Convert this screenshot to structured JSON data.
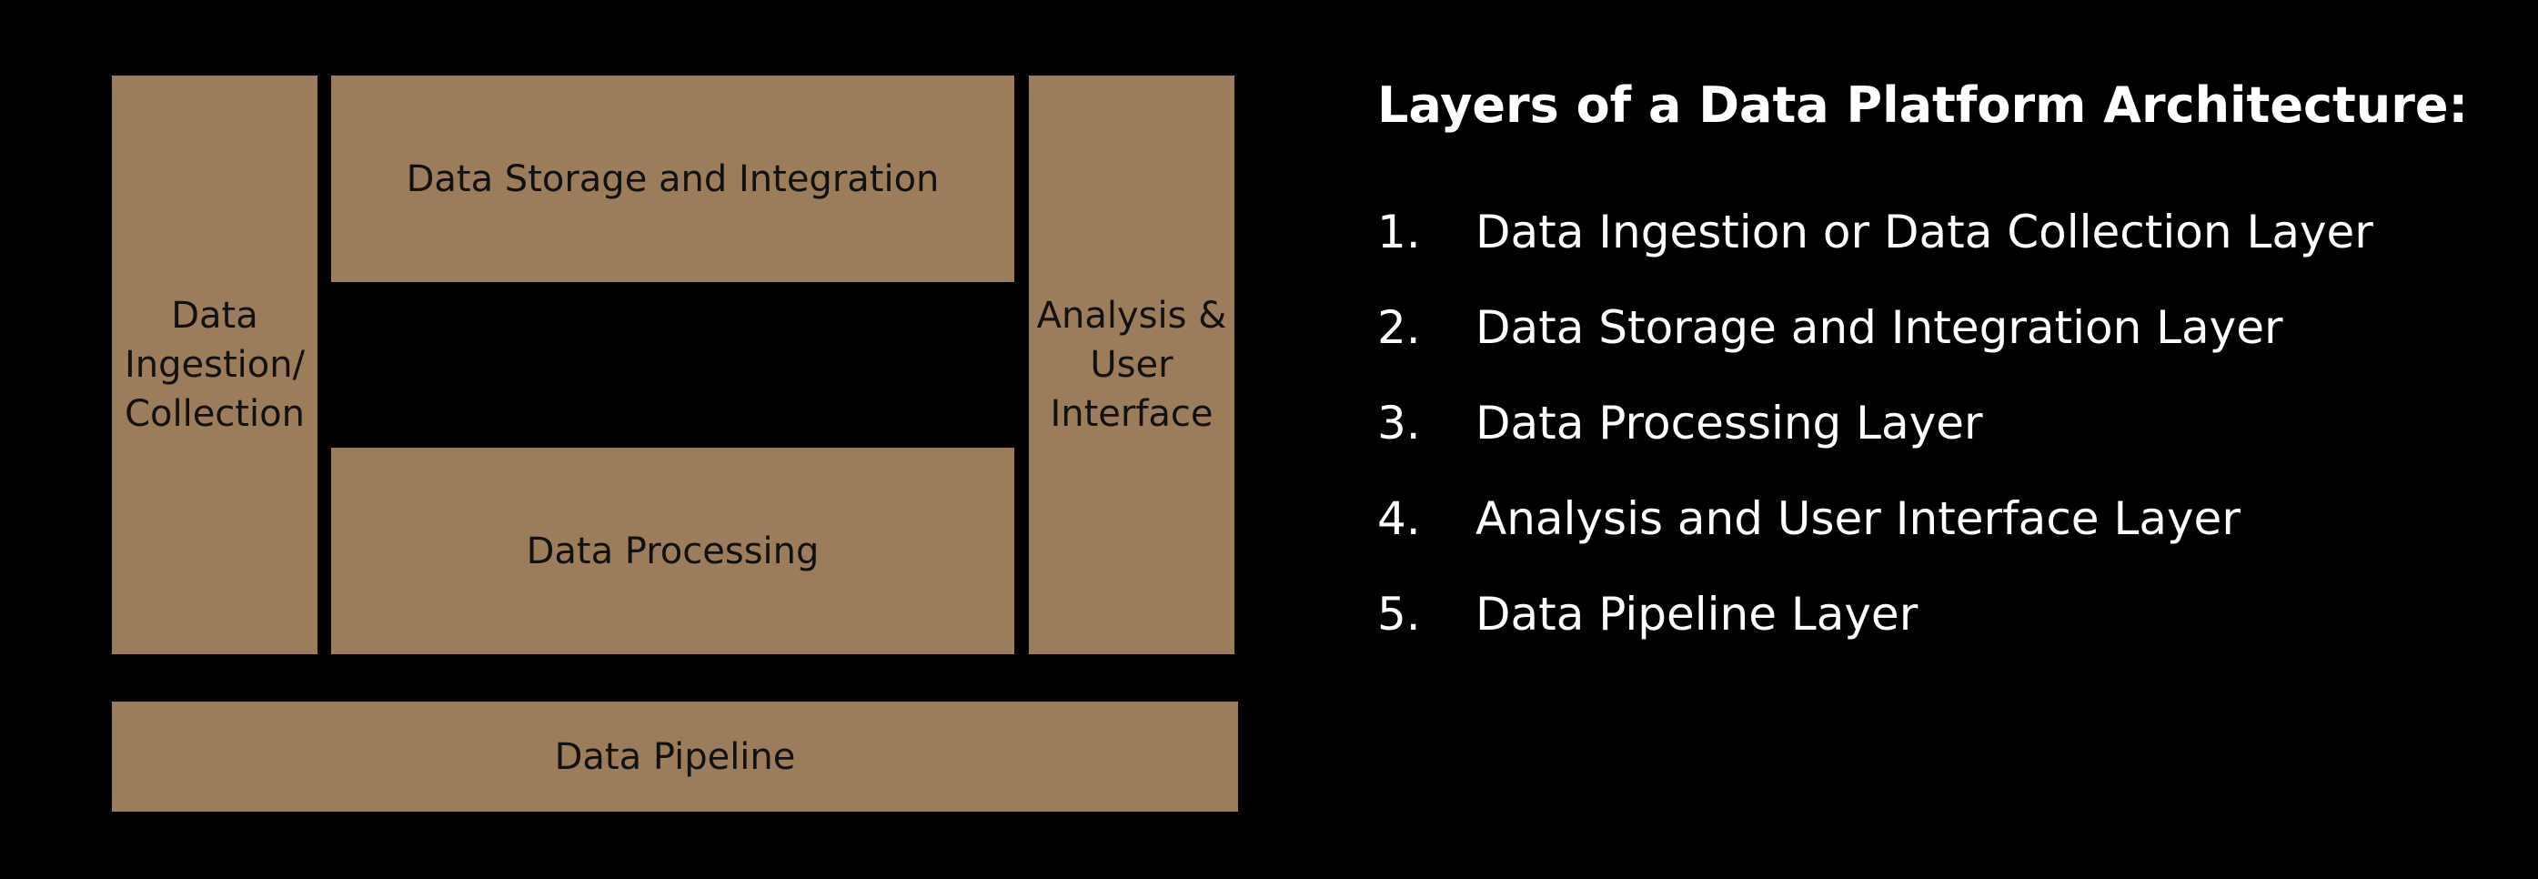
{
  "diagram": {
    "ingestion": "Data\nIngestion/\nCollection",
    "storage": "Data Storage and Integration",
    "processing": "Data Processing",
    "analysis": "Analysis &\nUser\nInterface",
    "pipeline": "Data Pipeline"
  },
  "panel": {
    "heading": "Layers of a Data Platform Architecture:",
    "items": [
      {
        "num": "1.",
        "text": "Data Ingestion or Data Collection Layer"
      },
      {
        "num": "2.",
        "text": "Data Storage and Integration Layer"
      },
      {
        "num": "3.",
        "text": "Data Processing Layer"
      },
      {
        "num": "4.",
        "text": "Analysis and User Interface Layer"
      },
      {
        "num": "5.",
        "text": "Data Pipeline Layer"
      }
    ]
  },
  "colors": {
    "background": "#000000",
    "block": "#9b7d5b",
    "block_text": "#111111",
    "list_text": "#ffffff"
  }
}
